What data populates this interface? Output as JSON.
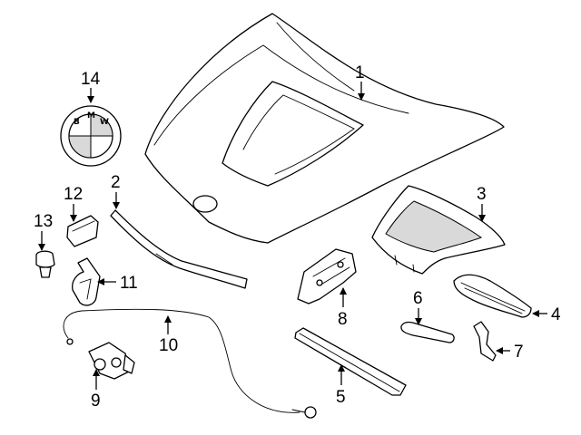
{
  "callouts": [
    {
      "id": "1",
      "label": "1"
    },
    {
      "id": "2",
      "label": "2"
    },
    {
      "id": "3",
      "label": "3"
    },
    {
      "id": "4",
      "label": "4"
    },
    {
      "id": "5",
      "label": "5"
    },
    {
      "id": "6",
      "label": "6"
    },
    {
      "id": "7",
      "label": "7"
    },
    {
      "id": "8",
      "label": "8"
    },
    {
      "id": "9",
      "label": "9"
    },
    {
      "id": "10",
      "label": "10"
    },
    {
      "id": "11",
      "label": "11"
    },
    {
      "id": "12",
      "label": "12"
    },
    {
      "id": "13",
      "label": "13"
    },
    {
      "id": "14",
      "label": "14"
    }
  ],
  "emblem": {
    "letters": [
      "B",
      "M",
      "W"
    ]
  },
  "colors": {
    "line": "#000000",
    "background": "#ffffff",
    "fill": "#ffffff"
  }
}
